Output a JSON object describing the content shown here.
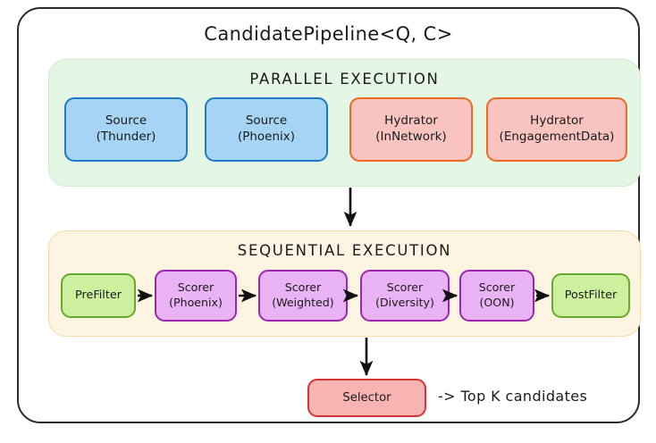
{
  "diagram": {
    "title": "CandidatePipeline<Q, C>",
    "groups": [
      {
        "id": "parallel",
        "title": "PARALLEL EXECUTION",
        "nodes": [
          {
            "line1": "Source",
            "line2": "(Thunder)"
          },
          {
            "line1": "Source",
            "line2": "(Phoenix)"
          },
          {
            "line1": "Hydrator",
            "line2": "(InNetwork)"
          },
          {
            "line1": "Hydrator",
            "line2": "(EngagementData)"
          }
        ]
      },
      {
        "id": "sequential",
        "title": "SEQUENTIAL EXECUTION",
        "nodes": [
          {
            "line1": "PreFilter",
            "line2": ""
          },
          {
            "line1": "Scorer",
            "line2": "(Phoenix)"
          },
          {
            "line1": "Scorer",
            "line2": "(Weighted)"
          },
          {
            "line1": "Scorer",
            "line2": "(Diversity)"
          },
          {
            "line1": "Scorer",
            "line2": "(OON)"
          },
          {
            "line1": "PostFilter",
            "line2": ""
          }
        ]
      }
    ],
    "selector": {
      "label": "Selector"
    },
    "output_label": "-> Top K candidates",
    "colors": {
      "outer_border": "#2b2b2b",
      "parallel_panel_bg": "#e4f7e5",
      "parallel_panel_border": "#cfeccf",
      "sequential_panel_bg": "#fdf5e2",
      "sequential_panel_border": "#f3dca7",
      "source_fill": "#a6d4f4",
      "source_border": "#1f79c8",
      "hydrator_fill": "#f9c3c0",
      "hydrator_border": "#f26a22",
      "filter_fill": "#ccf09d",
      "filter_border": "#68a830",
      "scorer_fill": "#e9b2f4",
      "scorer_border": "#9b27b0",
      "selector_fill": "#f8b3b3",
      "selector_border": "#d53434",
      "arrow": "#111111",
      "text": "#1b1b1b"
    }
  }
}
